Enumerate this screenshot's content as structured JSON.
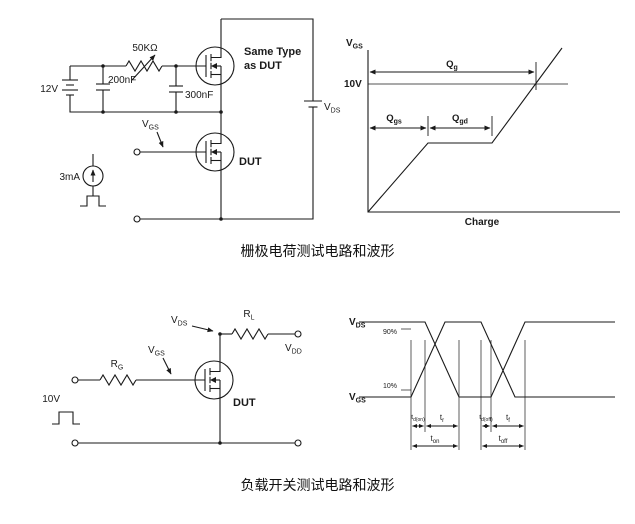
{
  "colors": {
    "ink": "#1a1a1a",
    "background": "#ffffff"
  },
  "captions": {
    "gate_charge": "栅极电荷测试电路和波形",
    "load_switch": "负载开关测试电路和波形"
  },
  "gate_charge_circuit": {
    "supply_label": "12V",
    "cap1_label": "200nF",
    "pot_label": "50KΩ",
    "cap2_label": "300nF",
    "vgs": {
      "main": "V",
      "sub": "GS"
    },
    "drive_label": "3mA",
    "upper_fet_line1": "Same Type",
    "upper_fet_line2": "as DUT",
    "dut_label": "DUT",
    "vds": {
      "main": "V",
      "sub": "DS"
    }
  },
  "gate_charge_waveform": {
    "y_label": {
      "main": "V",
      "sub": "GS"
    },
    "level_label": "10V",
    "qg": {
      "main": "Q",
      "sub": "g"
    },
    "qgs": {
      "main": "Q",
      "sub": "gs"
    },
    "qgd": {
      "main": "Q",
      "sub": "gd"
    },
    "x_label": "Charge"
  },
  "load_switch_circuit": {
    "pulse_label": "10V",
    "rg": {
      "main": "R",
      "sub": "G"
    },
    "vgs": {
      "main": "V",
      "sub": "GS"
    },
    "vds": {
      "main": "V",
      "sub": "DS"
    },
    "rl": {
      "main": "R",
      "sub": "L"
    },
    "vdd": {
      "main": "V",
      "sub": "DD"
    },
    "dut_label": "DUT"
  },
  "load_switch_waveform": {
    "vds": {
      "main": "V",
      "sub": "DS"
    },
    "vgs": {
      "main": "V",
      "sub": "GS"
    },
    "p90": "90%",
    "p10": "10%",
    "td_on": {
      "main": "t",
      "sub": "d(on)"
    },
    "tr": {
      "main": "t",
      "sub": "r"
    },
    "ton": {
      "main": "t",
      "sub": "on"
    },
    "td_off": {
      "main": "t",
      "sub": "d(off)"
    },
    "tf": {
      "main": "t",
      "sub": "f"
    },
    "toff": {
      "main": "t",
      "sub": "off"
    }
  }
}
